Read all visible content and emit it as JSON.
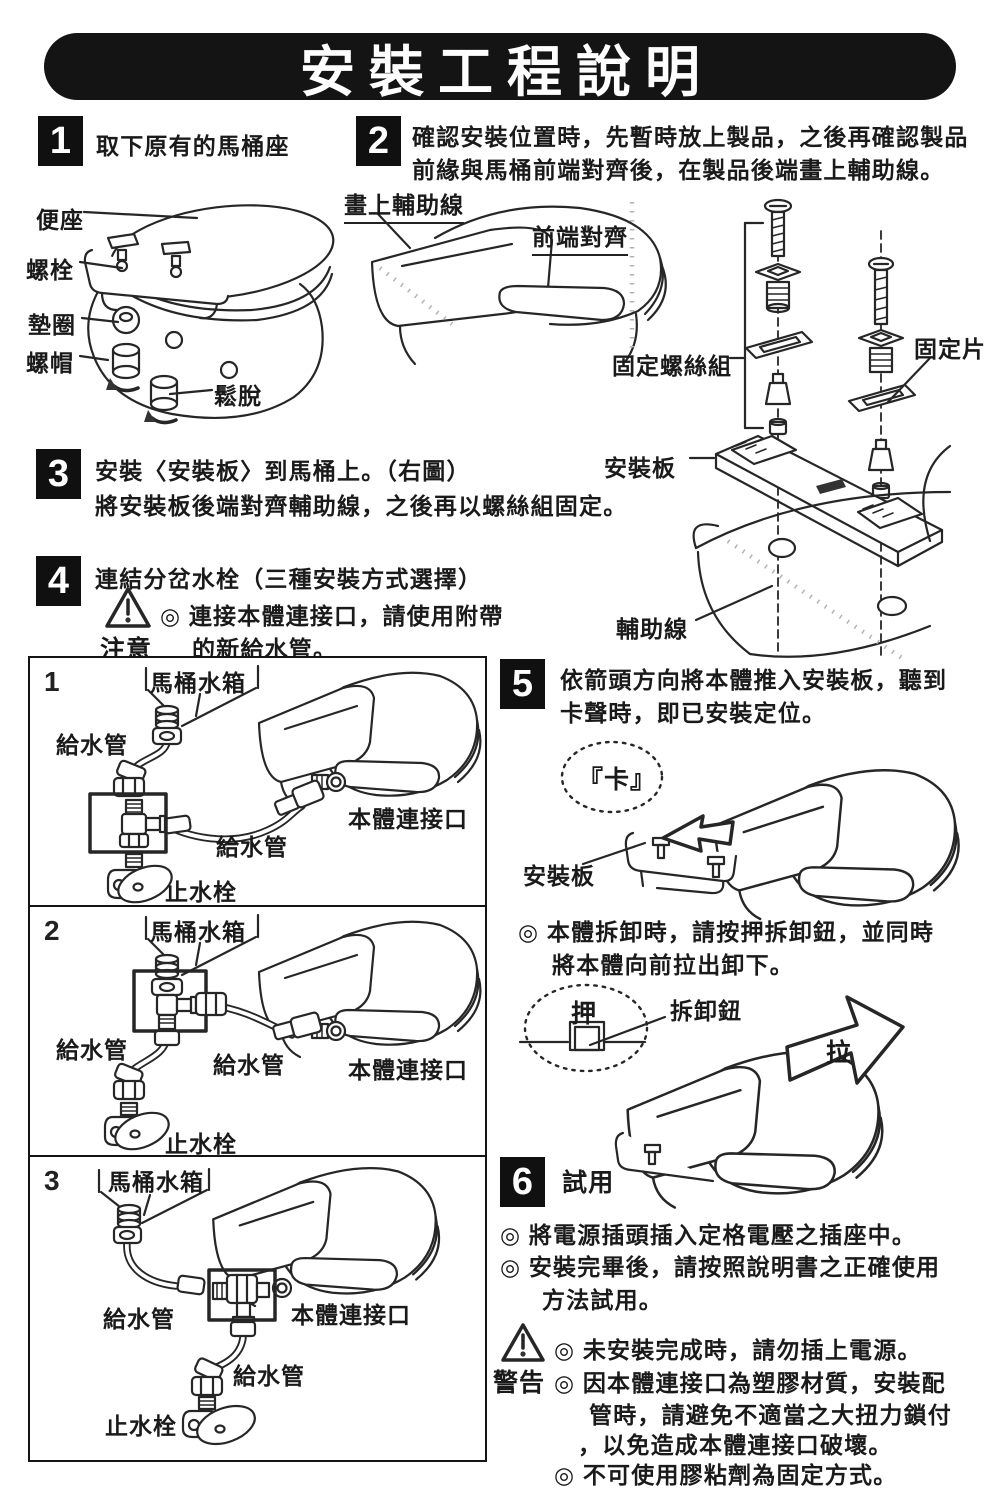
{
  "colors": {
    "ink": "#1a1a1a",
    "paper": "#ffffff"
  },
  "title": "安裝工程說明",
  "step1": {
    "num": "1",
    "title": "取下原有的馬桶座",
    "seat": "便座",
    "bolt": "螺栓",
    "washer": "墊圈",
    "nut": "螺帽",
    "loosen": "鬆脫"
  },
  "step2": {
    "num": "2",
    "line1": "確認安裝位置時，先暫時放上製品，之後再確認製品",
    "line2": "前緣與馬桶前端對齊後，在製品後端畫上輔助線。",
    "draw_line": "畫上輔助線",
    "front_align": "前端對齊"
  },
  "hardware": {
    "screw_set": "固定螺絲組",
    "fix_piece": "固定片",
    "mount_plate": "安裝板",
    "aux_line": "輔助線"
  },
  "step3": {
    "num": "3",
    "line1": "安裝〈安裝板〉到馬桶上。（右圖）",
    "line2": "將安裝板後端對齊輔助線，之後再以螺絲組固定。"
  },
  "step4": {
    "num": "4",
    "title": "連結分岔水栓（三種安裝方式選擇）",
    "caution": "注意",
    "note1": "◎ 連接本體連接口，請使用附帶",
    "note2": "的新給水管。"
  },
  "opt1": {
    "num": "1",
    "tank": "馬桶水箱",
    "hose1": "給水管",
    "hose2": "給水管",
    "port": "本體連接口",
    "stop": "止水栓"
  },
  "opt2": {
    "num": "2",
    "tank": "馬桶水箱",
    "hose1": "給水管",
    "hose2": "給水管",
    "port": "本體連接口",
    "stop": "止水栓"
  },
  "opt3": {
    "num": "3",
    "tank": "馬桶水箱",
    "hose1": "給水管",
    "hose2": "給水管",
    "port": "本體連接口",
    "stop": "止水栓"
  },
  "step5": {
    "num": "5",
    "line1": "依箭頭方向將本體推入安裝板，聽到",
    "line2": "卡聲時，即已安裝定位。",
    "snap": "『卡』",
    "plate": "安裝板",
    "note1": "◎ 本體拆卸時，請按押拆卸鈕，並同時",
    "note2": "將本體向前拉出卸下。",
    "push": "押",
    "button": "拆卸鈕",
    "pull": "拉"
  },
  "step6": {
    "num": "6",
    "title": "試用",
    "b1": "◎ 將電源插頭插入定格電壓之插座中。",
    "b2a": "◎ 安裝完畢後，請按照說明書之正確使用",
    "b2b": "方法試用。"
  },
  "warning": {
    "label": "警告",
    "b1": "◎ 未安裝完成時，請勿插上電源。",
    "b2a": "◎ 因本體連接口為塑膠材質，安裝配",
    "b2b": "管時，請避免不適當之大扭力鎖付",
    "b2c": "，以免造成本體連接口破壞。",
    "b3": "◎ 不可使用膠粘劑為固定方式。"
  }
}
